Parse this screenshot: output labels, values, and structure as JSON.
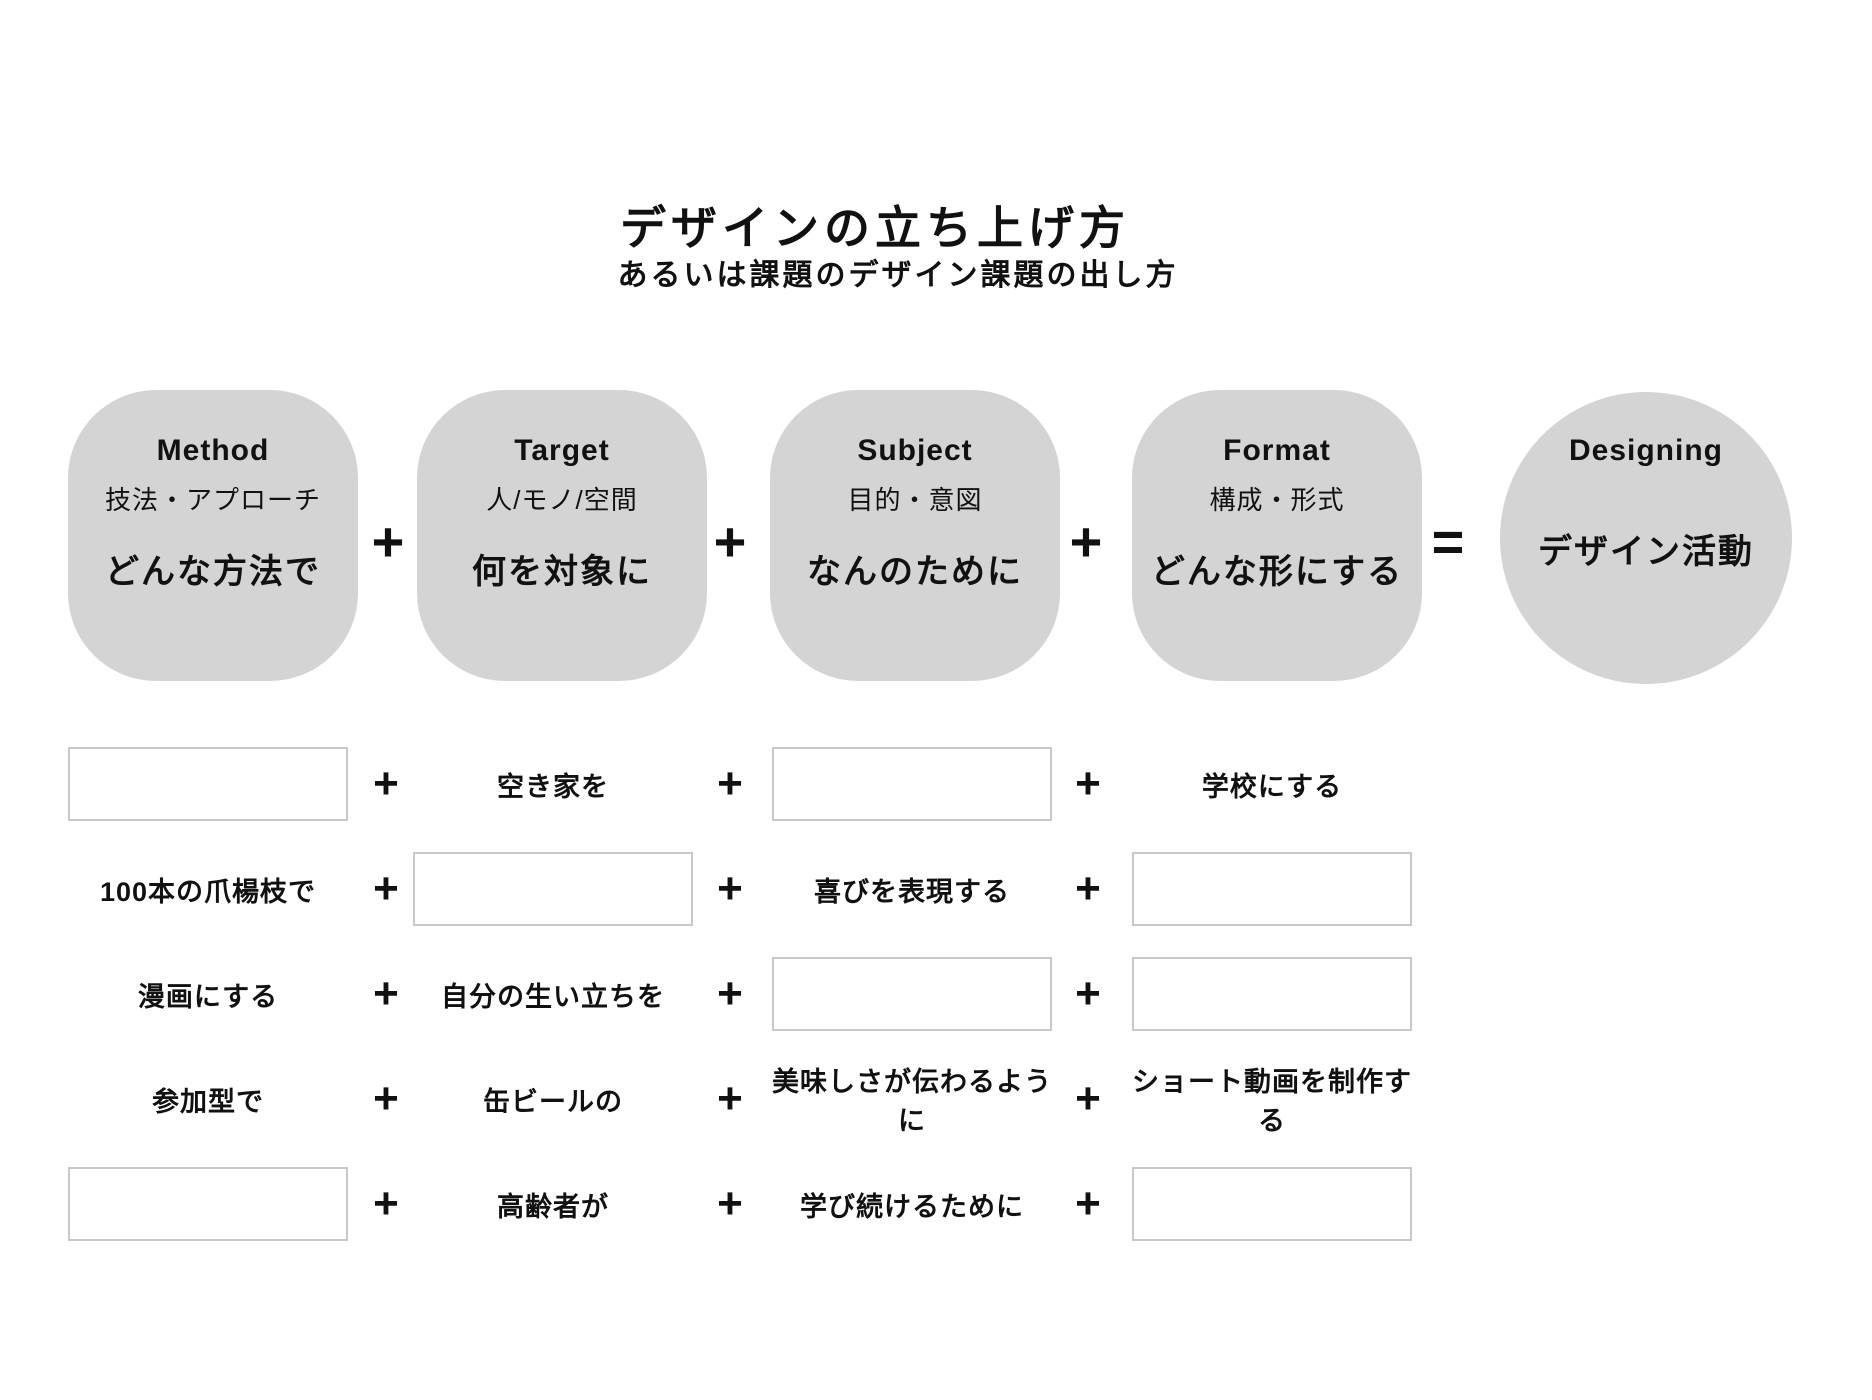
{
  "title": "デザインの立ち上げ方",
  "subtitle": "あるいは課題のデザイン課題の出し方",
  "operators": {
    "plus": "+",
    "equals": "="
  },
  "colors": {
    "shape_fill": "#d4d4d4",
    "blank_box_border": "#c9c9c9",
    "text": "#111111",
    "background": "#ffffff"
  },
  "concepts": [
    {
      "name": "Method",
      "category": "技法・アプローチ",
      "question": "どんな方法で"
    },
    {
      "name": "Target",
      "category": "人/モノ/空間",
      "question": "何を対象に"
    },
    {
      "name": "Subject",
      "category": "目的・意図",
      "question": "なんのために"
    },
    {
      "name": "Format",
      "category": "構成・形式",
      "question": "どんな形にする"
    }
  ],
  "result": {
    "name": "Designing",
    "label": "デザイン活動"
  },
  "examples": {
    "rows": [
      [
        {
          "type": "blank",
          "label": ""
        },
        {
          "type": "text",
          "label": "空き家を"
        },
        {
          "type": "blank",
          "label": ""
        },
        {
          "type": "text",
          "label": "学校にする"
        }
      ],
      [
        {
          "type": "text",
          "label": "100本の爪楊枝で"
        },
        {
          "type": "blank",
          "label": ""
        },
        {
          "type": "text",
          "label": "喜びを表現する"
        },
        {
          "type": "blank",
          "label": ""
        }
      ],
      [
        {
          "type": "text",
          "label": "漫画にする"
        },
        {
          "type": "text",
          "label": "自分の生い立ちを"
        },
        {
          "type": "blank",
          "label": ""
        },
        {
          "type": "blank",
          "label": ""
        }
      ],
      [
        {
          "type": "text",
          "label": "参加型で"
        },
        {
          "type": "text",
          "label": "缶ビールの"
        },
        {
          "type": "text",
          "label": "美味しさが伝わるように"
        },
        {
          "type": "text",
          "label": "ショート動画を制作する"
        }
      ],
      [
        {
          "type": "blank",
          "label": ""
        },
        {
          "type": "text",
          "label": "高齢者が"
        },
        {
          "type": "text",
          "label": "学び続けるために"
        },
        {
          "type": "blank",
          "label": ""
        }
      ]
    ]
  }
}
